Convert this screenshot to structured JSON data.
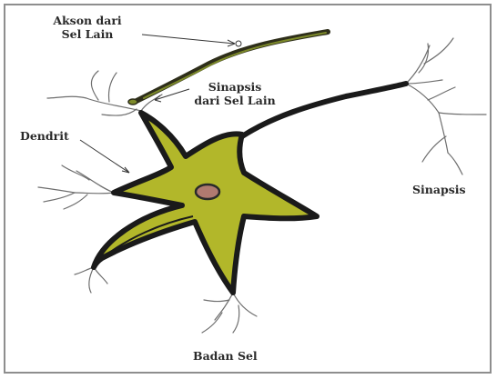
{
  "labels": {
    "axon": [
      "Akson dari",
      "Sel Lain"
    ],
    "synapse_from_other": [
      "Sinapsis",
      "dari Sel Lain"
    ],
    "dendrite": "Dendrit",
    "synapse": "Sinapsis",
    "cell_body": "Badan Sel"
  },
  "colors": {
    "cell_fill": "#b2b72a",
    "outline": "#1a1a1a",
    "nucleus_fill": "#b07a70",
    "branch": "#6e6e6e",
    "frame": "#8e8e8e"
  }
}
